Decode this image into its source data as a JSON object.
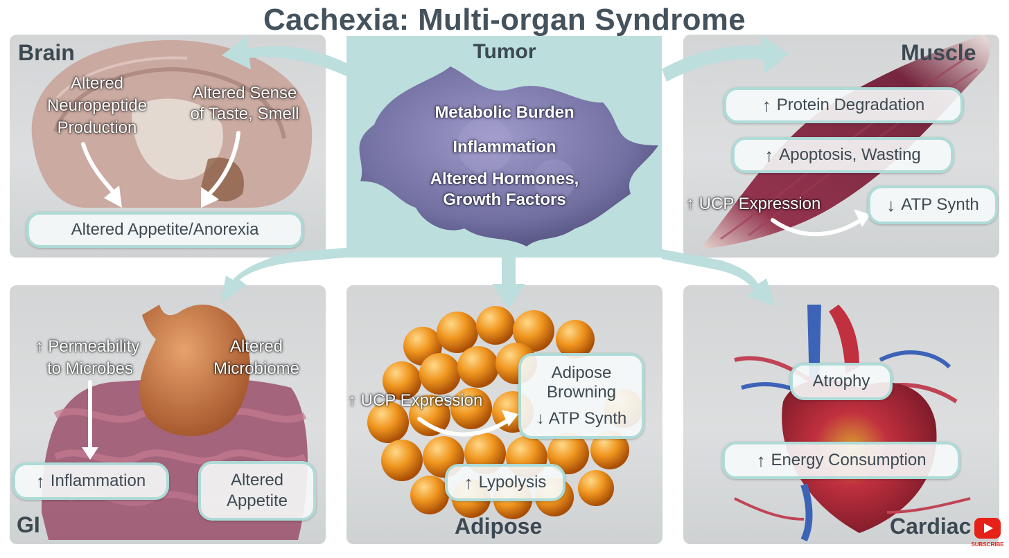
{
  "title": "Cachexia: Multi-organ Syndrome",
  "colors": {
    "arrow": "#bcdedd",
    "pill_border": "#aedbd7",
    "text_dark": "#3c4952",
    "brain": "#c9a49a",
    "muscle": "#7a1f3a",
    "gi": "#9a4f6a",
    "stomach": "#c47a45",
    "adipose": "#e88a1a",
    "heart": "#b8283a",
    "vessel_blue": "#3d63b8",
    "tumor": "#7a72a8"
  },
  "tumor": {
    "label": "Tumor",
    "lines": [
      "Metabolic Burden",
      "Inflammation",
      "Altered Hormones,",
      "Growth Factors"
    ]
  },
  "brain": {
    "label": "Brain",
    "note_left": [
      "Altered",
      "Neuropeptide",
      "Production"
    ],
    "note_right": [
      "Altered Sense",
      "of Taste, Smell"
    ],
    "pill": "Altered Appetite/Anorexia"
  },
  "muscle": {
    "label": "Muscle",
    "pill_protein": "Protein Degradation",
    "pill_apoptosis": "Apoptosis, Wasting",
    "ucp": "UCP Expression",
    "pill_atp": "ATP Synth",
    "up_glyph": "↑",
    "down_glyph": "↓"
  },
  "gi": {
    "label": "GI",
    "note_left": [
      "Permeability",
      "to Microbes"
    ],
    "note_right": [
      "Altered",
      "Microbiome"
    ],
    "pill_inflammation": "Inflammation",
    "pill_appetite": [
      "Altered",
      "Appetite"
    ]
  },
  "adipose": {
    "label": "Adipose",
    "ucp": "UCP Expression",
    "pill_browning": [
      "Adipose",
      "Browning"
    ],
    "atp": "ATP Synth",
    "pill_lypolysis": "Lypolysis"
  },
  "cardiac": {
    "label": "Cardiac",
    "pill_atrophy": "Atrophy",
    "pill_energy": "Energy Consumption"
  },
  "badge": {
    "icon": "youtube-play-icon",
    "label": "SUBSCRIBE"
  }
}
